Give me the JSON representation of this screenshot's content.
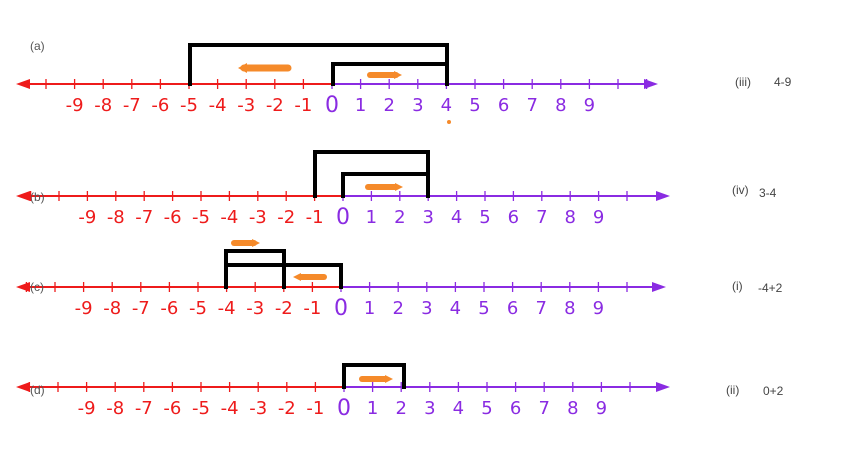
{
  "colors": {
    "negative": "#ee1b1b",
    "positive": "#8a2be2",
    "bracket": "#000000",
    "arrow": "#f58a2a",
    "tag": "#555555"
  },
  "axis_labels": [
    "-9",
    "-8",
    "-7",
    "-6",
    "-5",
    "-4",
    "-3",
    "-2",
    "-1",
    "0",
    "1",
    "2",
    "3",
    "4",
    "5",
    "6",
    "7",
    "8",
    "9"
  ],
  "rows": [
    {
      "tag": "(a)",
      "roman": "(iii)",
      "expr": "4-9",
      "jumps": [
        {
          "from": 0,
          "to": 4
        },
        {
          "from": 4,
          "to": -5
        }
      ]
    },
    {
      "tag": "(b)",
      "roman": "(iv)",
      "expr": "3-4",
      "jumps": [
        {
          "from": 0,
          "to": 3
        },
        {
          "from": 3,
          "to": -1
        }
      ]
    },
    {
      "tag": "(c)",
      "roman": "(i)",
      "expr": "-4+2",
      "jumps": [
        {
          "from": 0,
          "to": -4
        },
        {
          "from": -4,
          "to": -2
        }
      ]
    },
    {
      "tag": "(d)",
      "roman": "(ii)",
      "expr": "0+2",
      "jumps": [
        {
          "from": 0,
          "to": 2
        }
      ]
    }
  ]
}
